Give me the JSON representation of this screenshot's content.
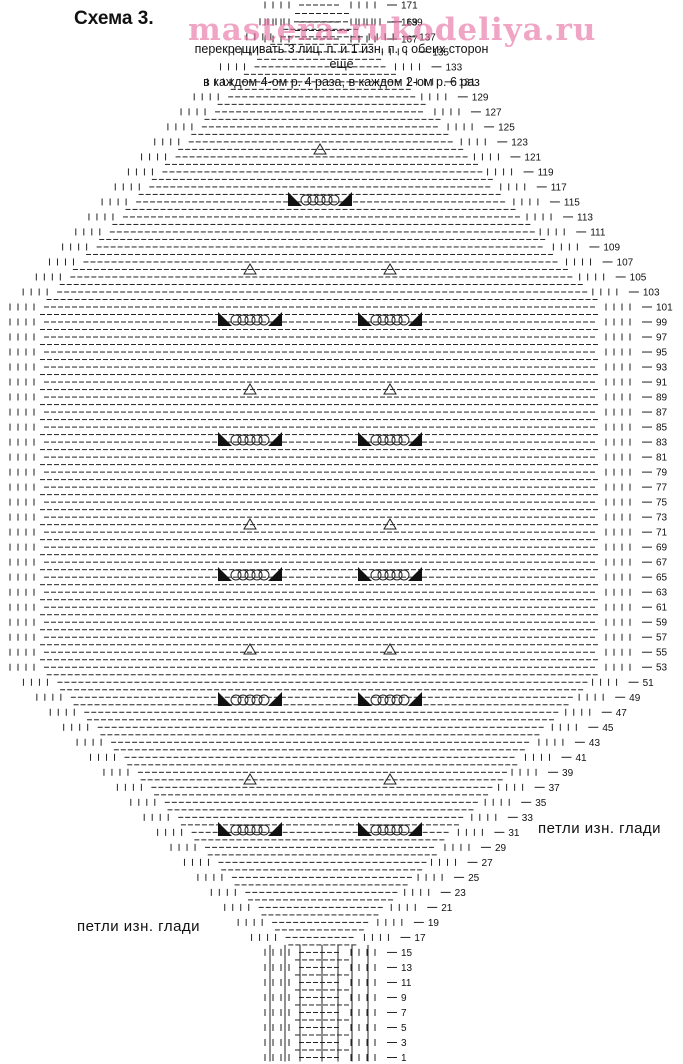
{
  "title": "Схема 3.",
  "watermark": "mastera-rukodeliya.ru",
  "notes": {
    "line1": "перекрещивать 3 лиц. п. и 1 изн. п. с обеих сторон",
    "line2": "еще",
    "line3": "в каждом 4-ом р. 4 раза, в каждом 2-ом р. 6 раз"
  },
  "labels": {
    "right": "петли изн. глади",
    "left": "петли изн. глади"
  },
  "row_numbers": [
    "1",
    "3",
    "5",
    "7",
    "9",
    "11",
    "13",
    "15",
    "17",
    "19",
    "21",
    "23",
    "25",
    "27",
    "29",
    "31",
    "33",
    "35",
    "37",
    "39",
    "41",
    "43",
    "45",
    "47",
    "49",
    "51",
    "53",
    "55",
    "57",
    "59",
    "61",
    "63",
    "65",
    "67",
    "69",
    "71",
    "73",
    "75",
    "77",
    "79",
    "81",
    "83",
    "85",
    "87",
    "89",
    "91",
    "93",
    "95",
    "97",
    "99",
    "101",
    "103",
    "105",
    "107",
    "109",
    "111",
    "113",
    "115",
    "117",
    "119",
    "121",
    "123",
    "125",
    "127",
    "129",
    "131",
    "133",
    "135",
    "137",
    "139",
    "167",
    "169",
    "171"
  ]
}
